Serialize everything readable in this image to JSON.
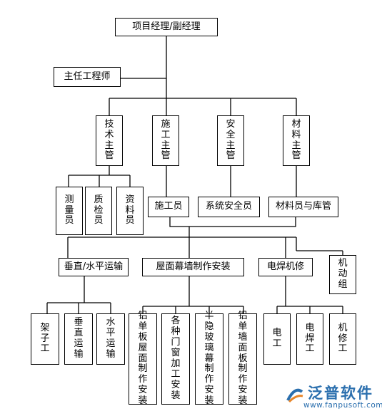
{
  "nodes": {
    "pm": "项目经理/副经理",
    "chief_engineer": "主任工程师",
    "tech_manager": "技术主管",
    "construction_manager": "施工主管",
    "safety_manager": "安全主管",
    "material_manager": "材料主管",
    "surveyor": "测量员",
    "quality_inspector": "质检员",
    "data_clerk": "资料员",
    "constructor": "施工员",
    "safety_officer": "系统安全员",
    "material_clerk": "材料员与库管",
    "transport": "垂直/水平运输",
    "curtain_wall": "屋面幕墙制作安装",
    "welding": "电焊机修",
    "machinery_group": "机动组",
    "scaffolder": "架子工",
    "vertical_transport": "垂直运输",
    "horizontal_transport": "水平运输",
    "aluminum_roof": "铝单板屋面制作安装",
    "doors_windows": "各种门窗加工安装",
    "glass_curtain": "半隐玻璃幕制作安装",
    "aluminum_wall": "铝单墙面板制作安装",
    "electrician": "电工",
    "welder": "电焊工",
    "mechanic": "机修工"
  },
  "watermark": {
    "brand": "泛普软件",
    "url": "www.fanpusoft.com",
    "color": "#2b6fae"
  }
}
